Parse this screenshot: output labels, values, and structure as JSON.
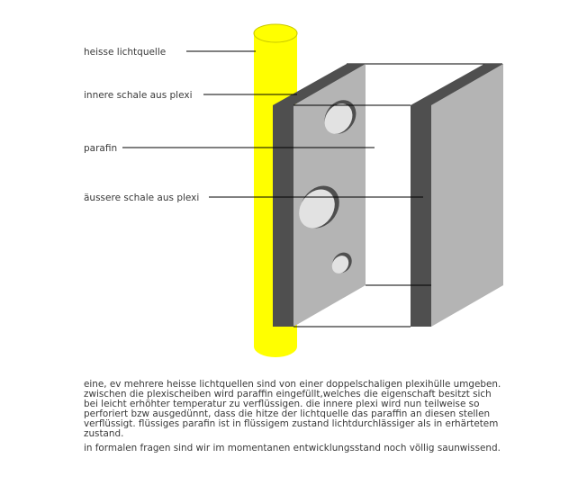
{
  "labels": {
    "light_source": "heisse lichtquelle",
    "inner_shell": "innere schale aus plexi",
    "paraffin": "parafin",
    "outer_shell": "äussere schale aus plexi"
  },
  "description": {
    "paragraph_1": "eine, ev mehrere heisse lichtquellen sind von einer doppelschaligen plexihülle umgeben. zwischen die plexischeiben wird paraffin eingefüllt,welches die eigenschaft besitzt sich bei leicht erhöhter temperatur zu verflüssigen. die innere plexi wird nun teilweise so perforiert bzw ausgedünnt, dass die hitze der lichtquelle das paraffin an diesen stellen verflüssigt. flüssiges parafin ist in flüssigem zustand lichtdurchlässiger als in erhärtetem zustand.",
    "paragraph_2": "in formalen fragen sind wir im momentanen entwicklungsstand noch völlig saunwissend."
  },
  "colors": {
    "light_tube": "#ffff00",
    "light_tube_outline": "#c8c800",
    "panel_face": "#b4b4b4",
    "panel_edge": "#4f4f4f",
    "hole": "#e2e2e2",
    "line": "#000000"
  }
}
